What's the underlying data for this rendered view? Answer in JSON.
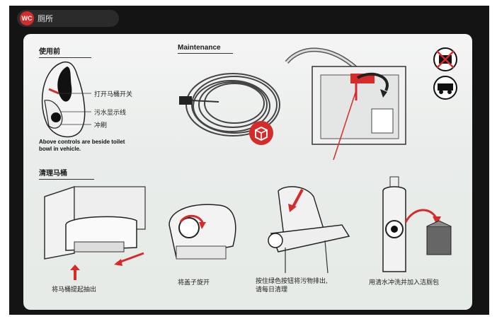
{
  "header": {
    "badge": "WC",
    "title": "厕所"
  },
  "before_use": {
    "title": "使用前",
    "labels": [
      "打开马桶开关",
      "污水显示线",
      "冲刷"
    ],
    "note_line1": "Above controls are beside toilet",
    "note_line2": "bowl in vehicle."
  },
  "maintenance": {
    "title": "Maintenance"
  },
  "cleaning": {
    "title": "清理马桶",
    "steps": [
      {
        "caption": "将马桶提起抽出"
      },
      {
        "caption": "将盖子旋开"
      },
      {
        "caption_line1": "按住绿色按钮将污物排出,",
        "caption_line2": "请每日清理"
      },
      {
        "caption": "用清水冲洗并加入洁厕包"
      }
    ]
  },
  "colors": {
    "accent": "#d52b2b",
    "frame": "#141414",
    "card": "#eceeed"
  }
}
